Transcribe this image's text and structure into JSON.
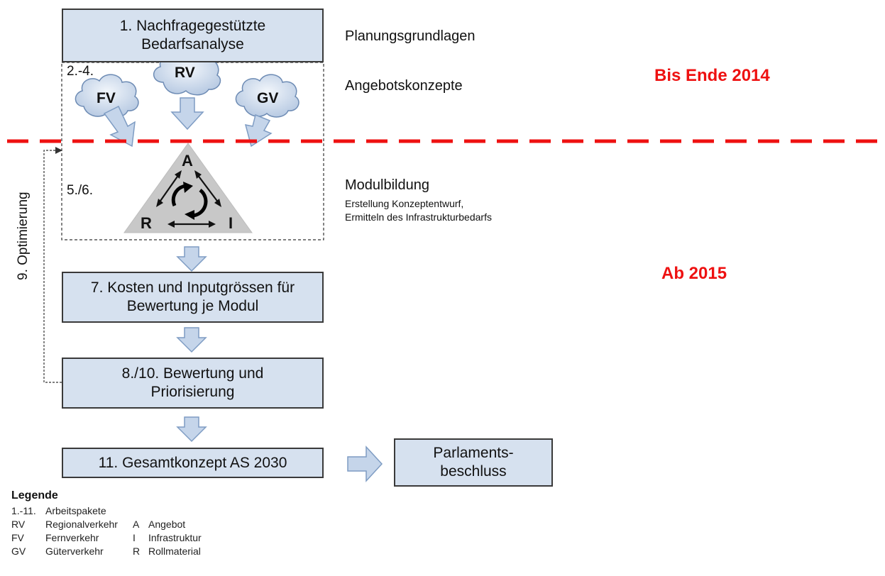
{
  "steps": {
    "s1": "1. Nachfragegestützte\nBedarfsanalyse",
    "s24_label": "2.-4.",
    "s56_label": "5./6.",
    "s7": "7. Kosten und Inputgrössen für\nBewertung je Modul",
    "s810": "8./10. Bewertung und\nPriorisierung",
    "s11": "11. Gesamtkonzept AS 2030",
    "parliament": "Parlaments-\nbeschluss",
    "loop": "9. Optimierung"
  },
  "clouds": {
    "fv": "FV",
    "rv": "RV",
    "gv": "GV"
  },
  "triangle": {
    "a": "A",
    "r": "R",
    "i": "I"
  },
  "side": {
    "planning": "Planungsgrundlagen",
    "offers": "Angebotskonzepte",
    "modules": "Modulbildung",
    "modules_sub1": "Erstellung Konzeptentwurf,",
    "modules_sub2": "Ermitteln des Infrastrukturbedarfs"
  },
  "timeline": {
    "until": "Bis Ende 2014",
    "from": "Ab 2015"
  },
  "legend": {
    "title": "Legende",
    "rows": [
      {
        "abbr": "1.-11.",
        "text": "Arbeitspakete",
        "abbr2": "",
        "text2": ""
      },
      {
        "abbr": "RV",
        "text": "Regionalverkehr",
        "abbr2": "A",
        "text2": "Angebot"
      },
      {
        "abbr": "FV",
        "text": "Fernverkehr",
        "abbr2": "I",
        "text2": "Infrastruktur"
      },
      {
        "abbr": "GV",
        "text": "Güterverkehr",
        "abbr2": "R",
        "text2": "Rollmaterial"
      }
    ]
  },
  "colors": {
    "box_fill": "#d6e1ef",
    "arrow_fill": "#c5d5ea",
    "divider": "#ee1111",
    "triangle": "#c8c8c8"
  }
}
